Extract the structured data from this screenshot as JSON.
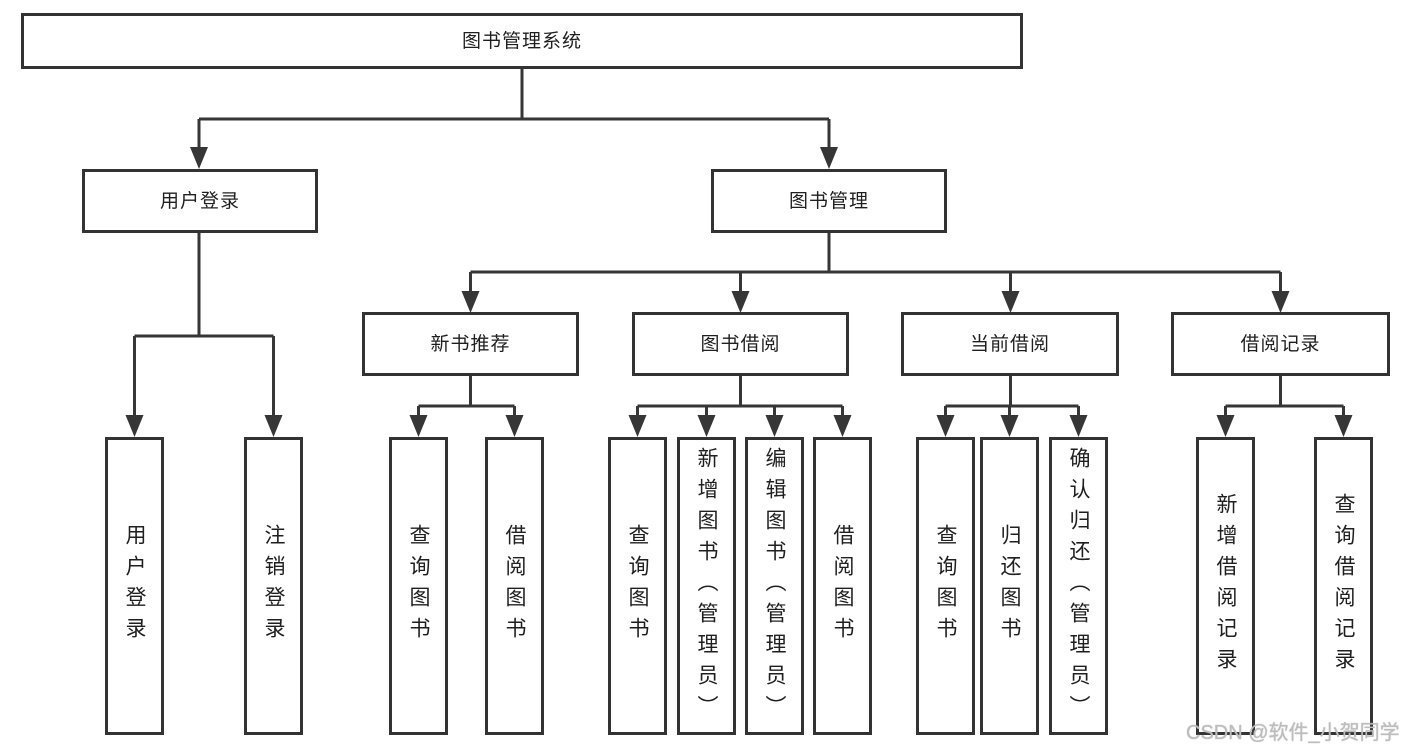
{
  "diagram_title": "图书管理系统",
  "tree": {
    "root": {
      "label": "图书管理系统"
    },
    "level2": [
      {
        "label": "用户登录",
        "children": [
          {
            "label": "用户登录"
          },
          {
            "label": "注销登录"
          }
        ]
      },
      {
        "label": "图书管理",
        "children": [
          {
            "label": "新书推荐",
            "children": [
              {
                "label": "查询图书"
              },
              {
                "label": "借阅图书"
              }
            ]
          },
          {
            "label": "图书借阅",
            "children": [
              {
                "label": "查询图书"
              },
              {
                "label": "新增图书（管理员）"
              },
              {
                "label": "编辑图书（管理员）"
              },
              {
                "label": "借阅图书"
              }
            ]
          },
          {
            "label": "当前借阅",
            "children": [
              {
                "label": "查询图书"
              },
              {
                "label": "归还图书"
              },
              {
                "label": "确认归还（管理员）"
              }
            ]
          },
          {
            "label": "借阅记录",
            "children": [
              {
                "label": "新增借阅记录"
              },
              {
                "label": "查询借阅记录"
              }
            ]
          }
        ]
      }
    ]
  },
  "watermark": "CSDN @软件_小贺同学",
  "colors": {
    "line": "#363636",
    "box_border": "#333333",
    "text": "#1f1f1f",
    "watermark": "#bdbdbd",
    "background": "#ffffff"
  }
}
